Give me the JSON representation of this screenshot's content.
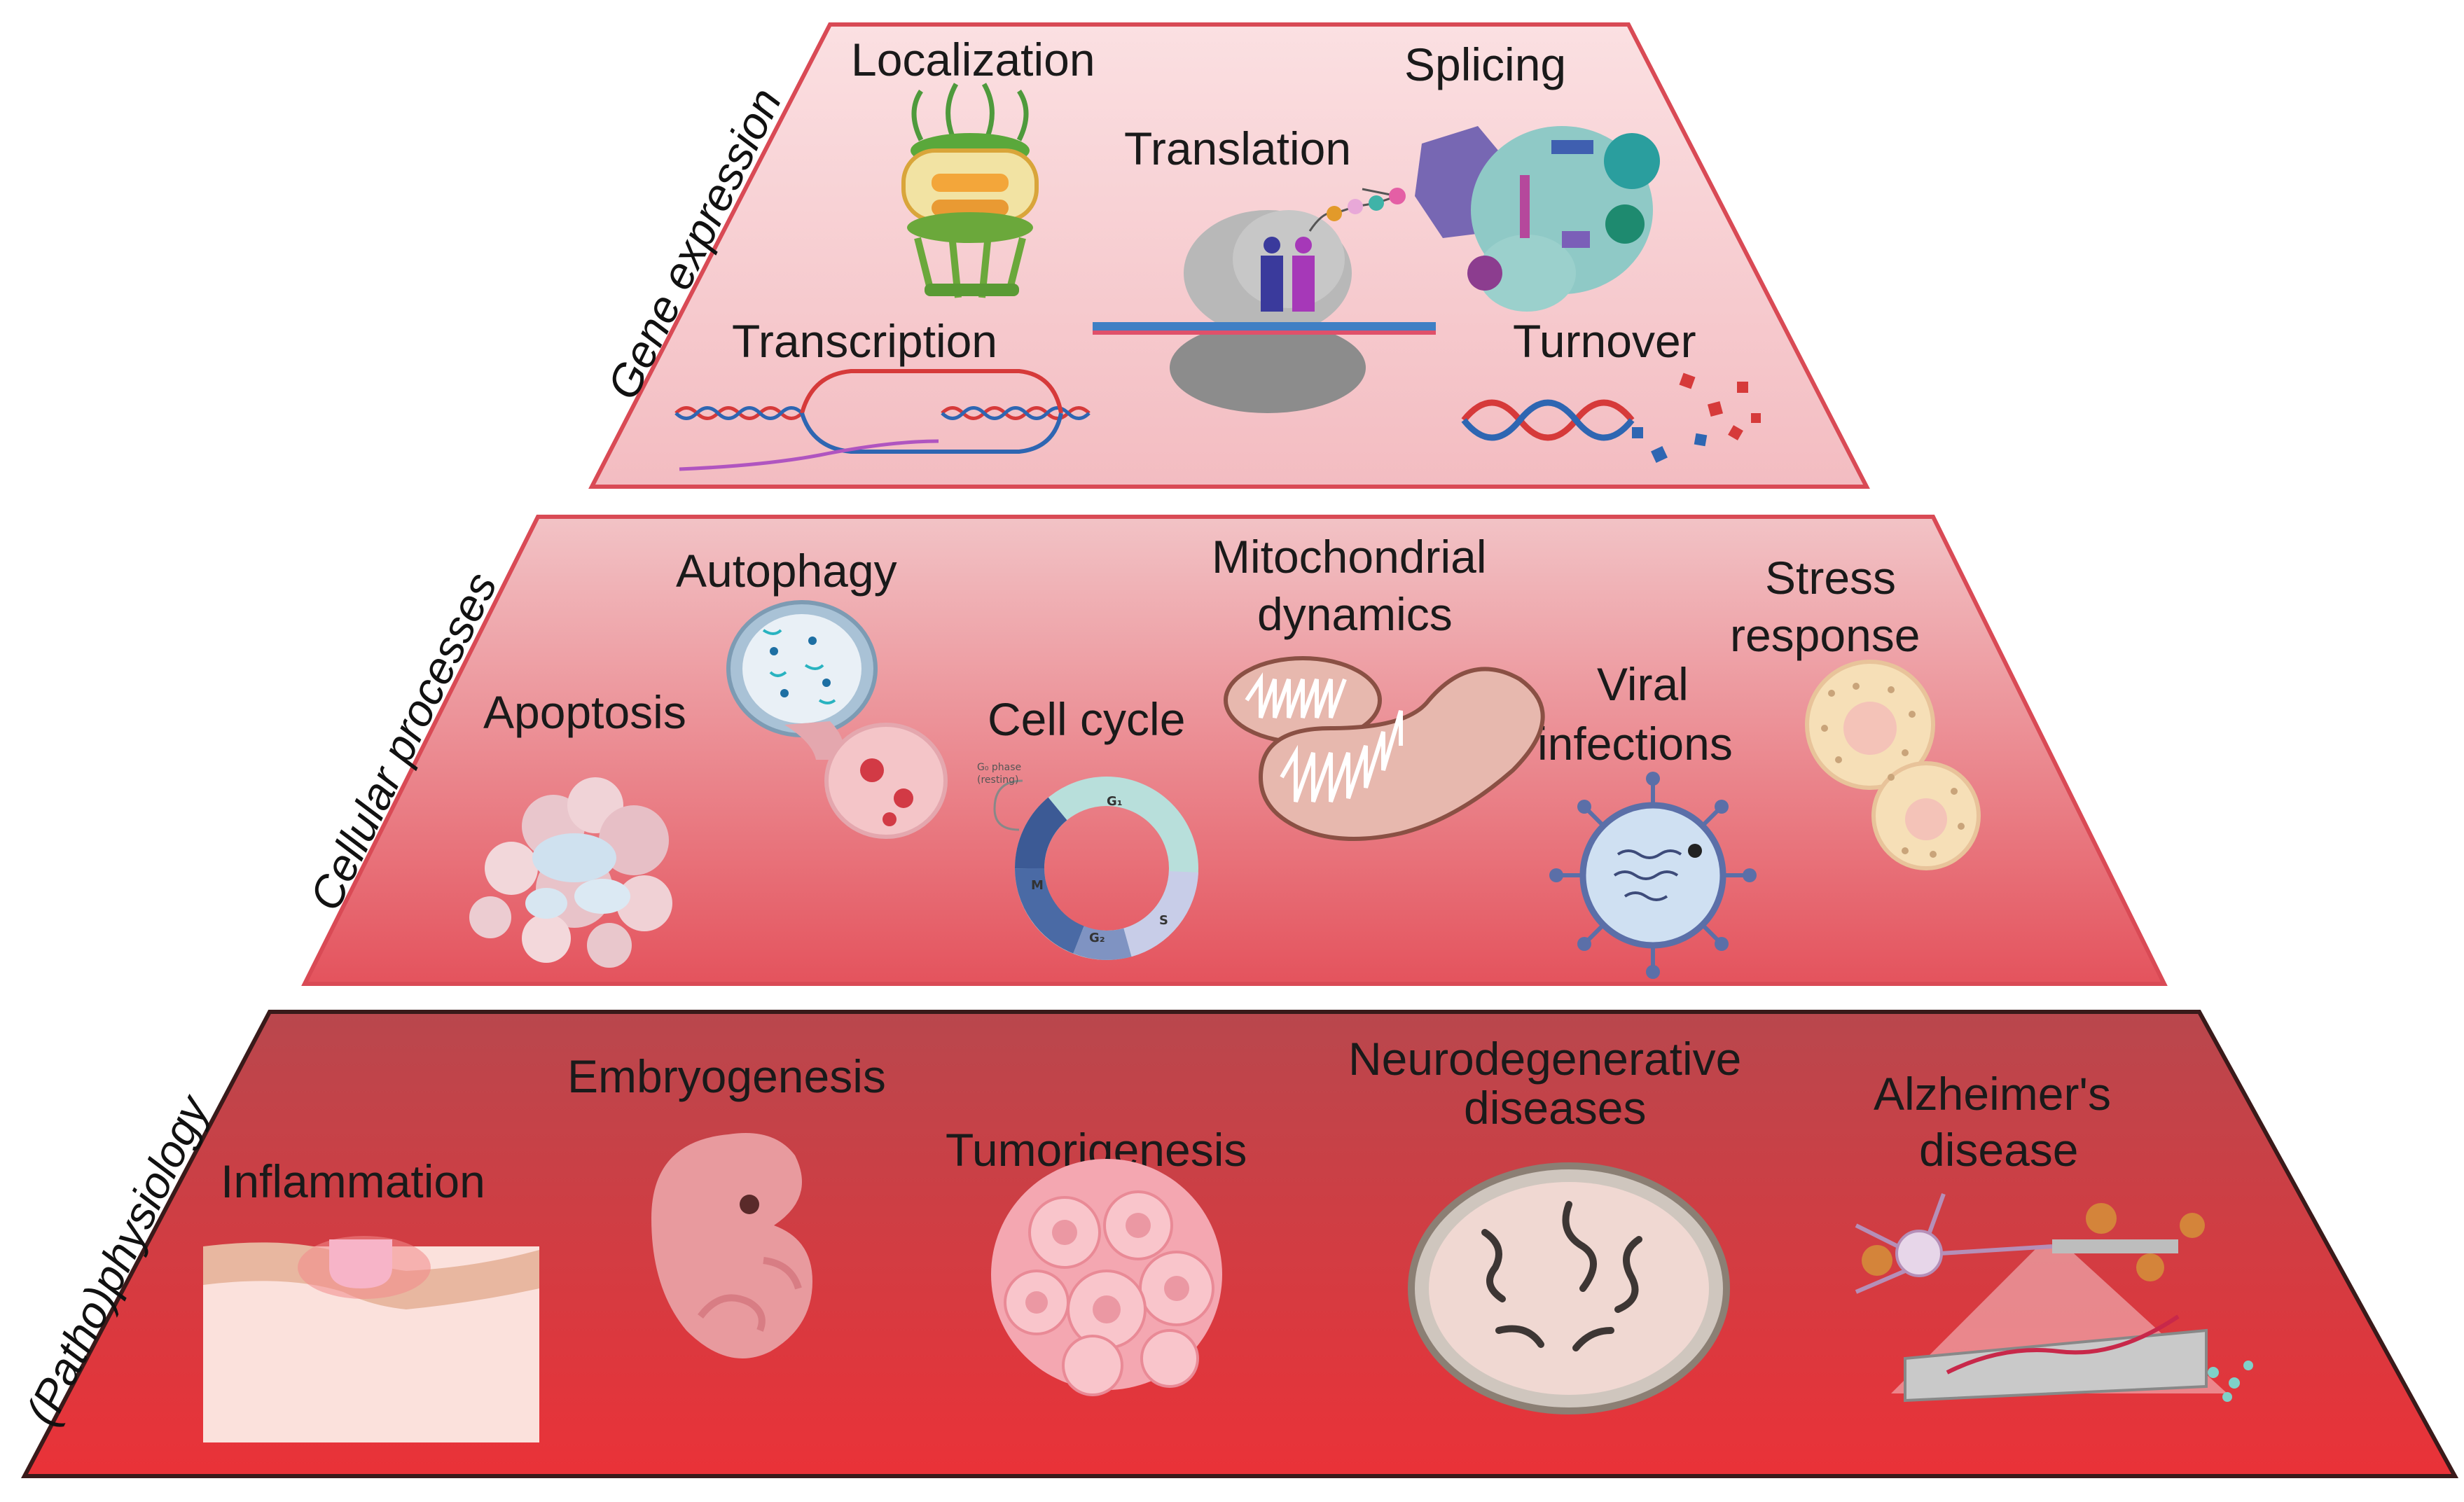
{
  "tiers": {
    "gene_expression": {
      "title": "Gene expression",
      "labels": {
        "localization": "Localization",
        "translation": "Translation",
        "splicing": "Splicing",
        "transcription": "Transcription",
        "turnover": "Turnover"
      }
    },
    "cellular_processes": {
      "title": "Cellular processes",
      "labels": {
        "autophagy": "Autophagy",
        "mito_line1": "Mitochondrial",
        "mito_line2": "dynamics",
        "stress_line1": "Stress",
        "stress_line2": "response",
        "apoptosis": "Apoptosis",
        "cell_cycle": "Cell cycle",
        "viral_line1": "Viral",
        "viral_line2": "infections"
      },
      "cell_cycle_phases": {
        "g0": "G₀ phase",
        "g0_sub": "(resting)",
        "g1": "G₁",
        "s": "S",
        "g2": "G₂",
        "m": "M"
      }
    },
    "pathophysiology": {
      "title": "(Patho)physiology",
      "labels": {
        "inflammation": "Inflammation",
        "embryogenesis": "Embryogenesis",
        "tumorigenesis": "Tumorigenesis",
        "neuro_line1": "Neurodegenerative",
        "neuro_line2": "diseases",
        "alz_line1": "Alzheimer's",
        "alz_line2": "disease"
      }
    }
  },
  "colors": {
    "tier1_fill": "#f7cdd0",
    "tier2_fill": "#e8808a",
    "tier3_fill": "#c9343f",
    "outline": "#d94a55"
  }
}
